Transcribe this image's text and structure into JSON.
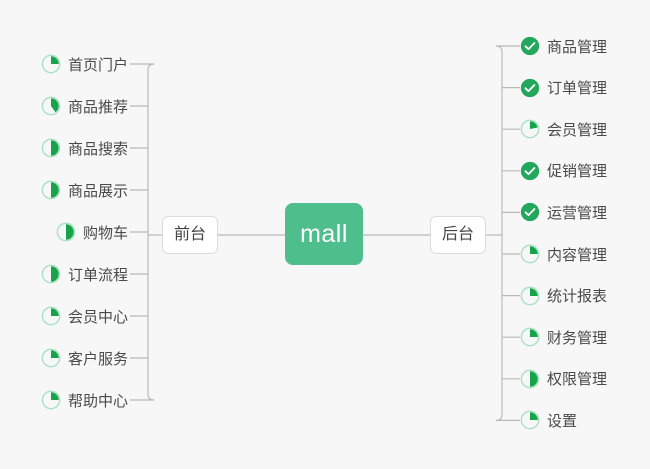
{
  "colors": {
    "accent": "#4ebe8c",
    "accent_solid": "#22a75d",
    "background": "#f7f7f7",
    "text": "#4a4a4a",
    "line": "#b9b9b9",
    "node_border": "#dcdcdc",
    "node_fill": "#ffffff",
    "track": "#a8e0c2"
  },
  "center": {
    "label": "mall"
  },
  "branches": [
    {
      "id": "frontend",
      "side": "left",
      "label": "前台",
      "items": [
        {
          "label": "首页门户",
          "icon": "progress-circle-icon",
          "progress": 25
        },
        {
          "label": "商品推荐",
          "icon": "progress-circle-icon",
          "progress": 40
        },
        {
          "label": "商品搜索",
          "icon": "progress-circle-icon",
          "progress": 50
        },
        {
          "label": "商品展示",
          "icon": "progress-circle-icon",
          "progress": 50
        },
        {
          "label": "购物车",
          "icon": "progress-circle-icon",
          "progress": 50
        },
        {
          "label": "订单流程",
          "icon": "progress-circle-icon",
          "progress": 50
        },
        {
          "label": "会员中心",
          "icon": "progress-circle-icon",
          "progress": 25
        },
        {
          "label": "客户服务",
          "icon": "progress-circle-icon",
          "progress": 25
        },
        {
          "label": "帮助中心",
          "icon": "progress-circle-icon",
          "progress": 25
        }
      ]
    },
    {
      "id": "backend",
      "side": "right",
      "label": "后台",
      "items": [
        {
          "label": "商品管理",
          "icon": "check-circle-icon",
          "progress": 100
        },
        {
          "label": "订单管理",
          "icon": "check-circle-icon",
          "progress": 100
        },
        {
          "label": "会员管理",
          "icon": "progress-circle-icon",
          "progress": 22
        },
        {
          "label": "促销管理",
          "icon": "check-circle-icon",
          "progress": 100
        },
        {
          "label": "运营管理",
          "icon": "check-circle-icon",
          "progress": 100
        },
        {
          "label": "内容管理",
          "icon": "progress-circle-icon",
          "progress": 25
        },
        {
          "label": "统计报表",
          "icon": "progress-circle-icon",
          "progress": 25
        },
        {
          "label": "财务管理",
          "icon": "progress-circle-icon",
          "progress": 25
        },
        {
          "label": "权限管理",
          "icon": "progress-circle-icon",
          "progress": 50
        },
        {
          "label": "设置",
          "icon": "progress-circle-icon",
          "progress": 25
        }
      ]
    }
  ]
}
